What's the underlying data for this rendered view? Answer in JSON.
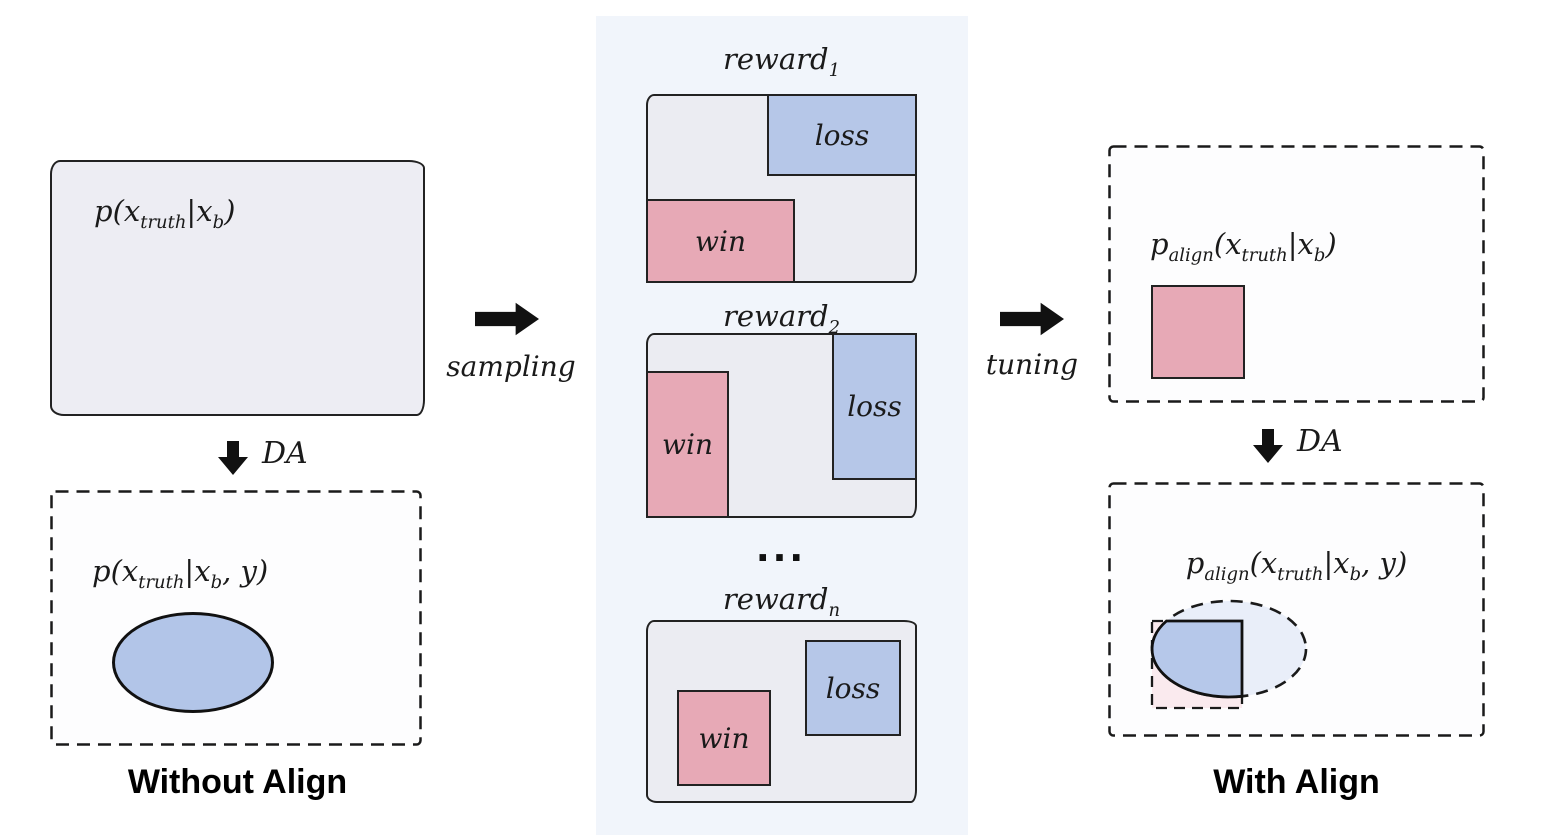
{
  "figure": {
    "left": {
      "top_formula": "p(x_{truth}|x_{b})",
      "da_label": "DA",
      "bottom_formula": "p(x_{truth}|x_{b}, y)",
      "caption": "Without Align"
    },
    "middle": {
      "rewards": [
        {
          "title": "reward_{1}",
          "win_label": "win",
          "loss_label": "loss"
        },
        {
          "title": "reward_{2}",
          "win_label": "win",
          "loss_label": "loss"
        },
        {
          "title": "reward_{n}",
          "win_label": "win",
          "loss_label": "loss"
        }
      ],
      "ellipsis": "..."
    },
    "arrows": {
      "sampling_label": "sampling",
      "tuning_label": "tuning"
    },
    "right": {
      "top_formula": "p_{align}(x_{truth}|x_{b})",
      "da_label": "DA",
      "bottom_formula": "p_{align}(x_{truth}|x_{b}, y)",
      "caption": "With Align"
    },
    "colors": {
      "band_background": "#f1f5fb",
      "box_fill": "#ededf3",
      "win_pink": "#e7a9b6",
      "loss_blue": "#b6c7e8",
      "pale_pink": "#faeaee",
      "pale_blue": "#e9eef9",
      "ellipse_blue": "#b2c5e8",
      "ink": "#1a1a1a"
    }
  }
}
